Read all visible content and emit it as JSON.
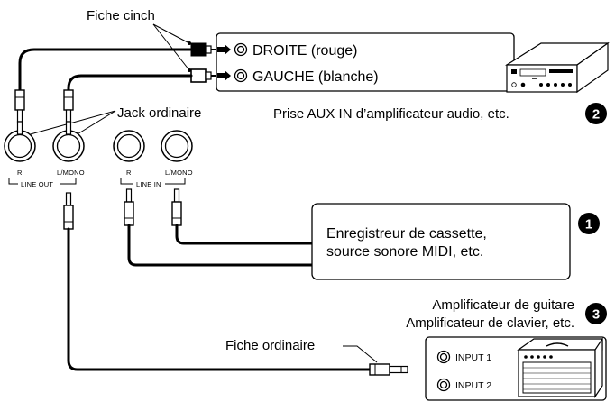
{
  "labels": {
    "rca_plug": "Fiche cinch",
    "jack_plain": "Jack ordinaire",
    "right_red": "DROITE (rouge)",
    "left_white": "GAUCHE (blanche)",
    "aux_in": "Prise AUX IN d’amplificateur audio, etc.",
    "jack_r": "R",
    "jack_lmono": "L/MONO",
    "line_out": "LINE OUT",
    "line_in": "LINE IN",
    "recorder_line1": "Enregistreur de cassette,",
    "recorder_line2": "source sonore MIDI, etc.",
    "guitar_amp": "Amplificateur de guitare",
    "keyboard_amp": "Amplificateur de clavier, etc.",
    "plain_plug": "Fiche ordinaire",
    "input1": "INPUT 1",
    "input2": "INPUT 2"
  },
  "badges": {
    "one": "1",
    "two": "2",
    "three": "3"
  }
}
